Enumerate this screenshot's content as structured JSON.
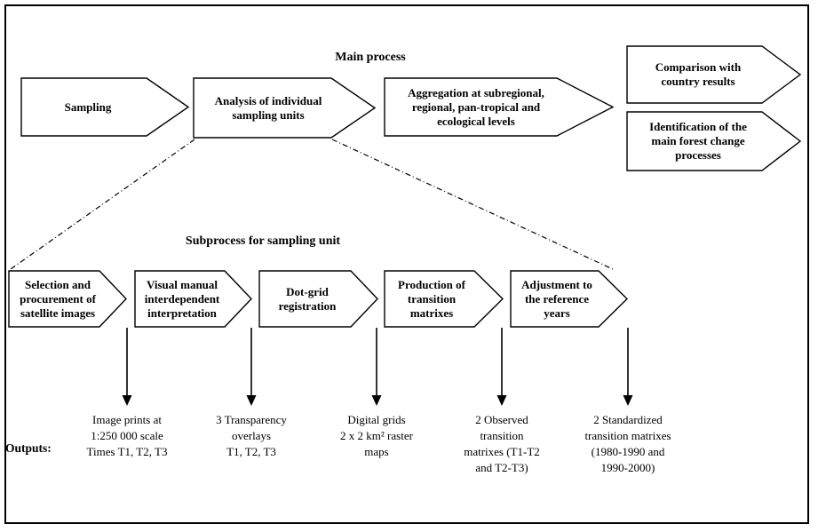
{
  "main_process": {
    "title": "Main process",
    "boxes": [
      {
        "label": "Sampling"
      },
      {
        "label": "Analysis of individual\nsampling units"
      },
      {
        "label": "Aggregation at subregional,\nregional, pan-tropical and\necological levels"
      },
      {
        "label": "Comparison with\ncountry results"
      },
      {
        "label": "Identification of the\nmain forest change\nprocesses"
      }
    ]
  },
  "subprocess": {
    "title": "Subprocess for sampling unit",
    "boxes": [
      {
        "label": "Selection and\nprocurement of\nsatellite images"
      },
      {
        "label": "Visual manual\ninterdependent\ninterpretation"
      },
      {
        "label": "Dot-grid\nregistration"
      },
      {
        "label": "Production of\ntransition\nmatrixes"
      },
      {
        "label": "Adjustment to\nthe reference\nyears"
      }
    ]
  },
  "outputs": {
    "label": "Outputs:",
    "items": [
      {
        "text": "Image prints at\n1:250 000 scale\nTimes T1, T2, T3"
      },
      {
        "text": "3 Transparency\noverlays\nT1, T2, T3"
      },
      {
        "text": "Digital grids\n2 x 2 km² raster\nmaps"
      },
      {
        "text": "2 Observed\ntransition\nmatrixes (T1-T2\nand T2-T3)"
      },
      {
        "text": "2 Standardized\ntransition matrixes\n(1980-1990 and\n1990-2000)"
      }
    ]
  },
  "colors": {
    "line": "#000000",
    "background": "#ffffff"
  }
}
